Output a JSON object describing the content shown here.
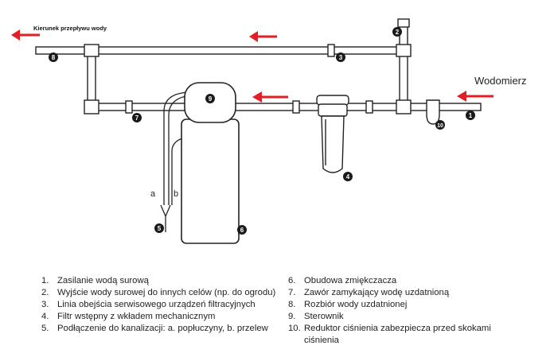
{
  "diagram": {
    "flow_direction_label": "Kierunek przepływu wody",
    "water_meter_label": "Wodomierz",
    "drain_label_a": "a",
    "drain_label_b": "b",
    "markers": [
      "1",
      "2",
      "3",
      "4",
      "5",
      "6",
      "7",
      "8",
      "9",
      "10"
    ],
    "colors": {
      "arrow": "#e31e24",
      "pipe_stroke": "#222222",
      "pipe_fill": "#ffffff",
      "marker_fill": "#1a1a1a"
    }
  },
  "legend": {
    "left": [
      {
        "num": "1.",
        "text": "Zasilanie wodą surową"
      },
      {
        "num": "2.",
        "text": "Wyjście wody surowej do innych celów (np. do ogrodu)"
      },
      {
        "num": "3.",
        "text": "Linia obejścia serwisowego urządzeń filtracyjnych"
      },
      {
        "num": "4.",
        "text": "Filtr wstępny z wkładem mechanicznym"
      },
      {
        "num": "5.",
        "text": "Podłączenie do kanalizacji: a. popłuczyny, b. przelew"
      }
    ],
    "right": [
      {
        "num": "6.",
        "text": "Obudowa zmiękczacza"
      },
      {
        "num": "7.",
        "text": "Zawór zamykający wodę uzdatnioną"
      },
      {
        "num": "8.",
        "text": "Rozbiór wody uzdatnionej"
      },
      {
        "num": "9.",
        "text": "Sterownik"
      },
      {
        "num": "10.",
        "text": "Reduktor ciśnienia zabezpiecza przed skokami ciśnienia"
      }
    ]
  }
}
